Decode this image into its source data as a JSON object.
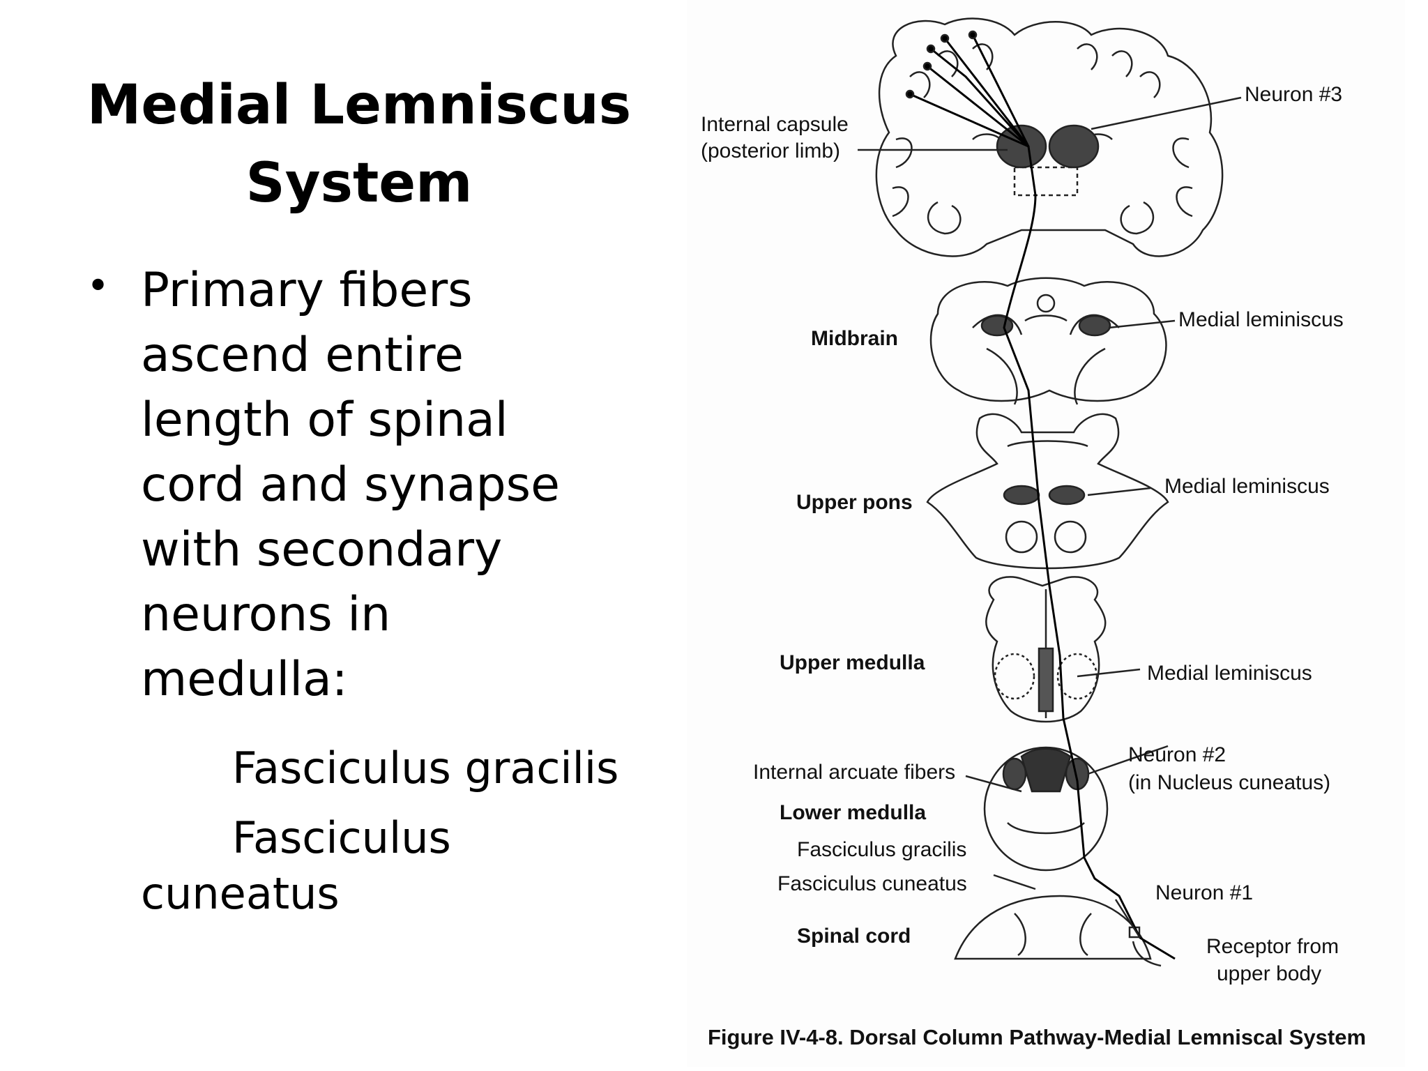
{
  "slide": {
    "title_line1": "Medial Lemniscus",
    "title_line2": "System",
    "bullet_marker": "•",
    "bullet_lines": [
      "Primary fibers",
      "ascend entire",
      "length of spinal",
      "cord and synapse",
      "with secondary",
      "neurons in",
      "medulla:"
    ],
    "sub_items": [
      "Fasciculus gracilis",
      "Fasciculus",
      "cuneatus"
    ]
  },
  "figure": {
    "labels": {
      "internal_capsule_1": "Internal capsule",
      "internal_capsule_2": "(posterior limb)",
      "neuron3": "Neuron #3",
      "midbrain": "Midbrain",
      "medial_lem_1": "Medial leminiscus",
      "upper_pons": "Upper pons",
      "medial_lem_2": "Medial leminiscus",
      "upper_medulla": "Upper medulla",
      "medial_lem_3": "Medial leminiscus",
      "internal_arcuate": "Internal arcuate fibers",
      "neuron2_1": "Neuron #2",
      "neuron2_2": "(in Nucleus cuneatus)",
      "lower_medulla": "Lower medulla",
      "fasc_gracilis": "Fasciculus gracilis",
      "fasc_cuneatus": "Fasciculus cuneatus",
      "neuron1": "Neuron #1",
      "spinal_cord": "Spinal cord",
      "receptor_1": "Receptor from",
      "receptor_2": "upper body"
    },
    "caption": "Figure IV-4-8. Dorsal Column Pathway-Medial Lemniscal System"
  }
}
